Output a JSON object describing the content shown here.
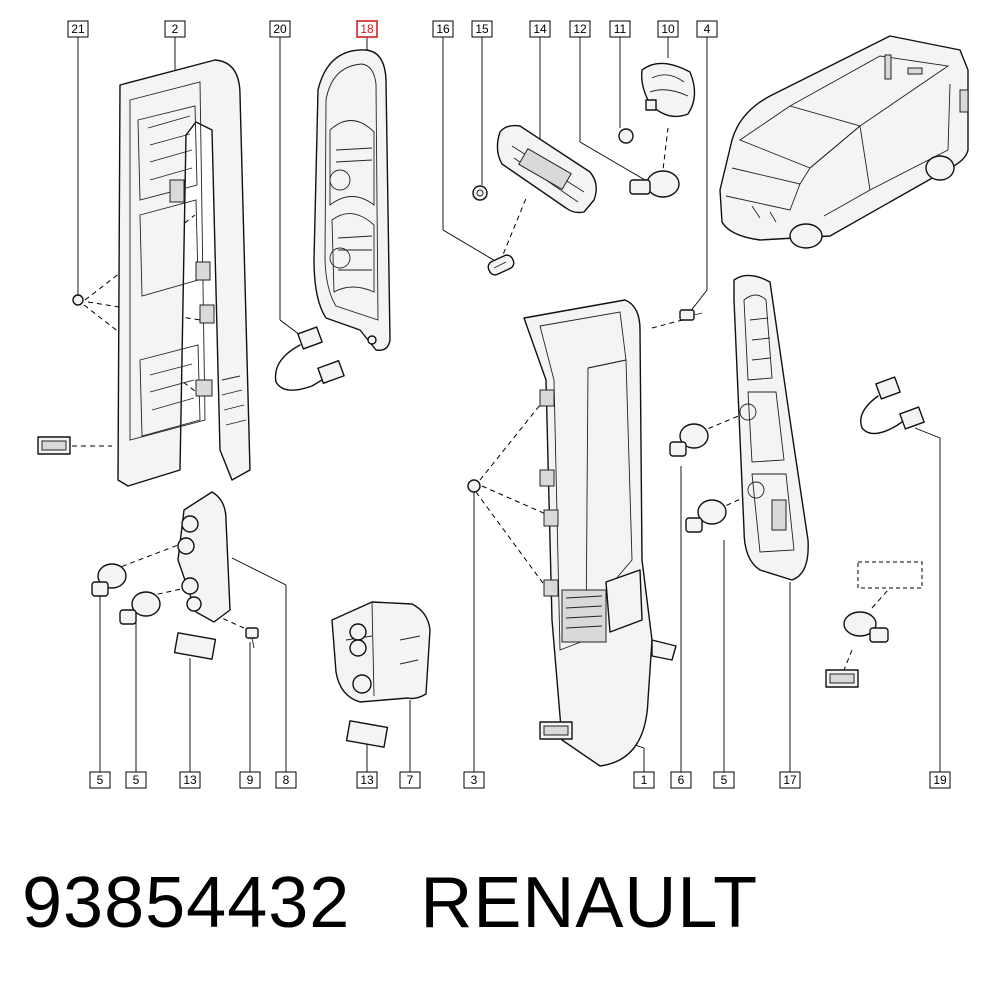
{
  "callouts": {
    "c21": "21",
    "c2": "2",
    "c20": "20",
    "c18": "18",
    "c16": "16",
    "c15": "15",
    "c14": "14",
    "c12": "12",
    "c11": "11",
    "c10": "10",
    "c4": "4",
    "b5a": "5",
    "b5b": "5",
    "b13a": "13",
    "b9": "9",
    "b8": "8",
    "b13b": "13",
    "b7": "7",
    "b3": "3",
    "b1": "1",
    "b6": "6",
    "b5c": "5",
    "b17": "17",
    "b19": "19"
  },
  "highlighted_callout": "18",
  "colors": {
    "highlight": "#d91e1e",
    "line": "#111111",
    "background": "#ffffff"
  },
  "footer": {
    "part_number": "93854432",
    "brand": "RENAULT"
  }
}
